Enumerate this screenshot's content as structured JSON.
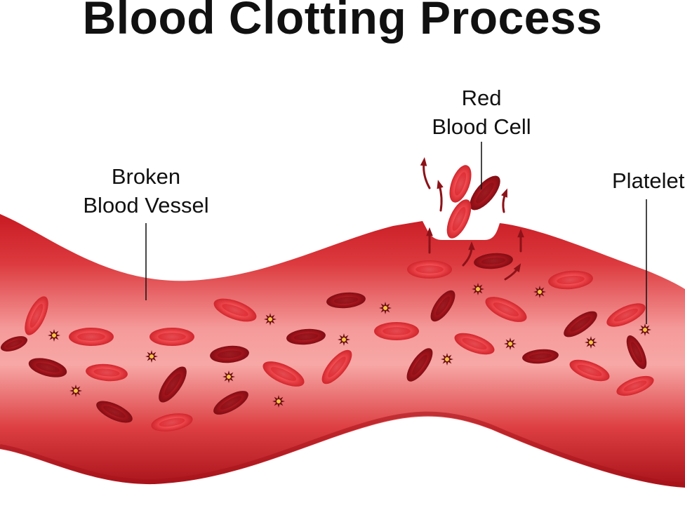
{
  "title": "Blood Clotting Process",
  "labels": {
    "broken_vessel": [
      "Broken",
      "Blood Vessel"
    ],
    "red_blood_cell": [
      "Red",
      "Blood Cell"
    ],
    "platelet": "Platelet"
  },
  "colors": {
    "vessel_outer": "#b5121b",
    "vessel_inner": "#f08a8c",
    "cell_light": "#e53038",
    "cell_dark": "#a5141c",
    "platelet": "#6b0f14",
    "arrow": "#8c1218"
  }
}
